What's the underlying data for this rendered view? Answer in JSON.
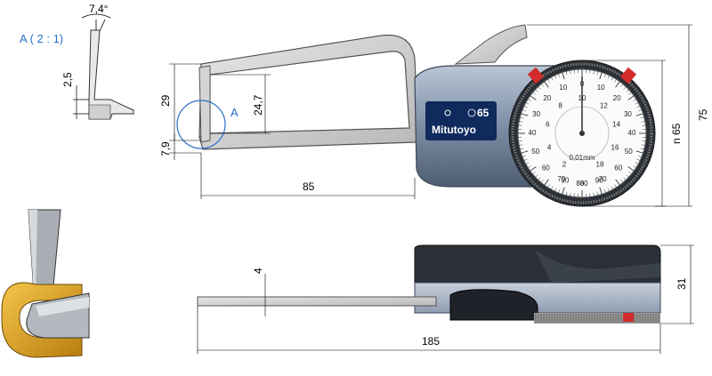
{
  "detail": {
    "label": "A ( 2 : 1)",
    "angle": "7,4°",
    "height": "2,5"
  },
  "front_view": {
    "dim_29": "29",
    "dim_247": "24,7",
    "dim_79": "7,9",
    "dim_85": "85",
    "dim_75": "75",
    "dim_n65": "n 65",
    "callout": "A",
    "brand": "Mitutoyo",
    "model_mark": "65",
    "dial_unit": "0,01mm",
    "outer_scale": [
      "90",
      "80",
      "70",
      "60",
      "50",
      "40",
      "30",
      "20",
      "10",
      "0",
      "10",
      "20",
      "30",
      "40",
      "50",
      "60",
      "70",
      "80",
      "90"
    ],
    "inner_scale": [
      "18",
      "16",
      "14",
      "12",
      "10",
      "8",
      "6",
      "4",
      "2"
    ]
  },
  "side_view": {
    "dim_4": "4",
    "dim_31": "31",
    "dim_185": "185"
  }
}
